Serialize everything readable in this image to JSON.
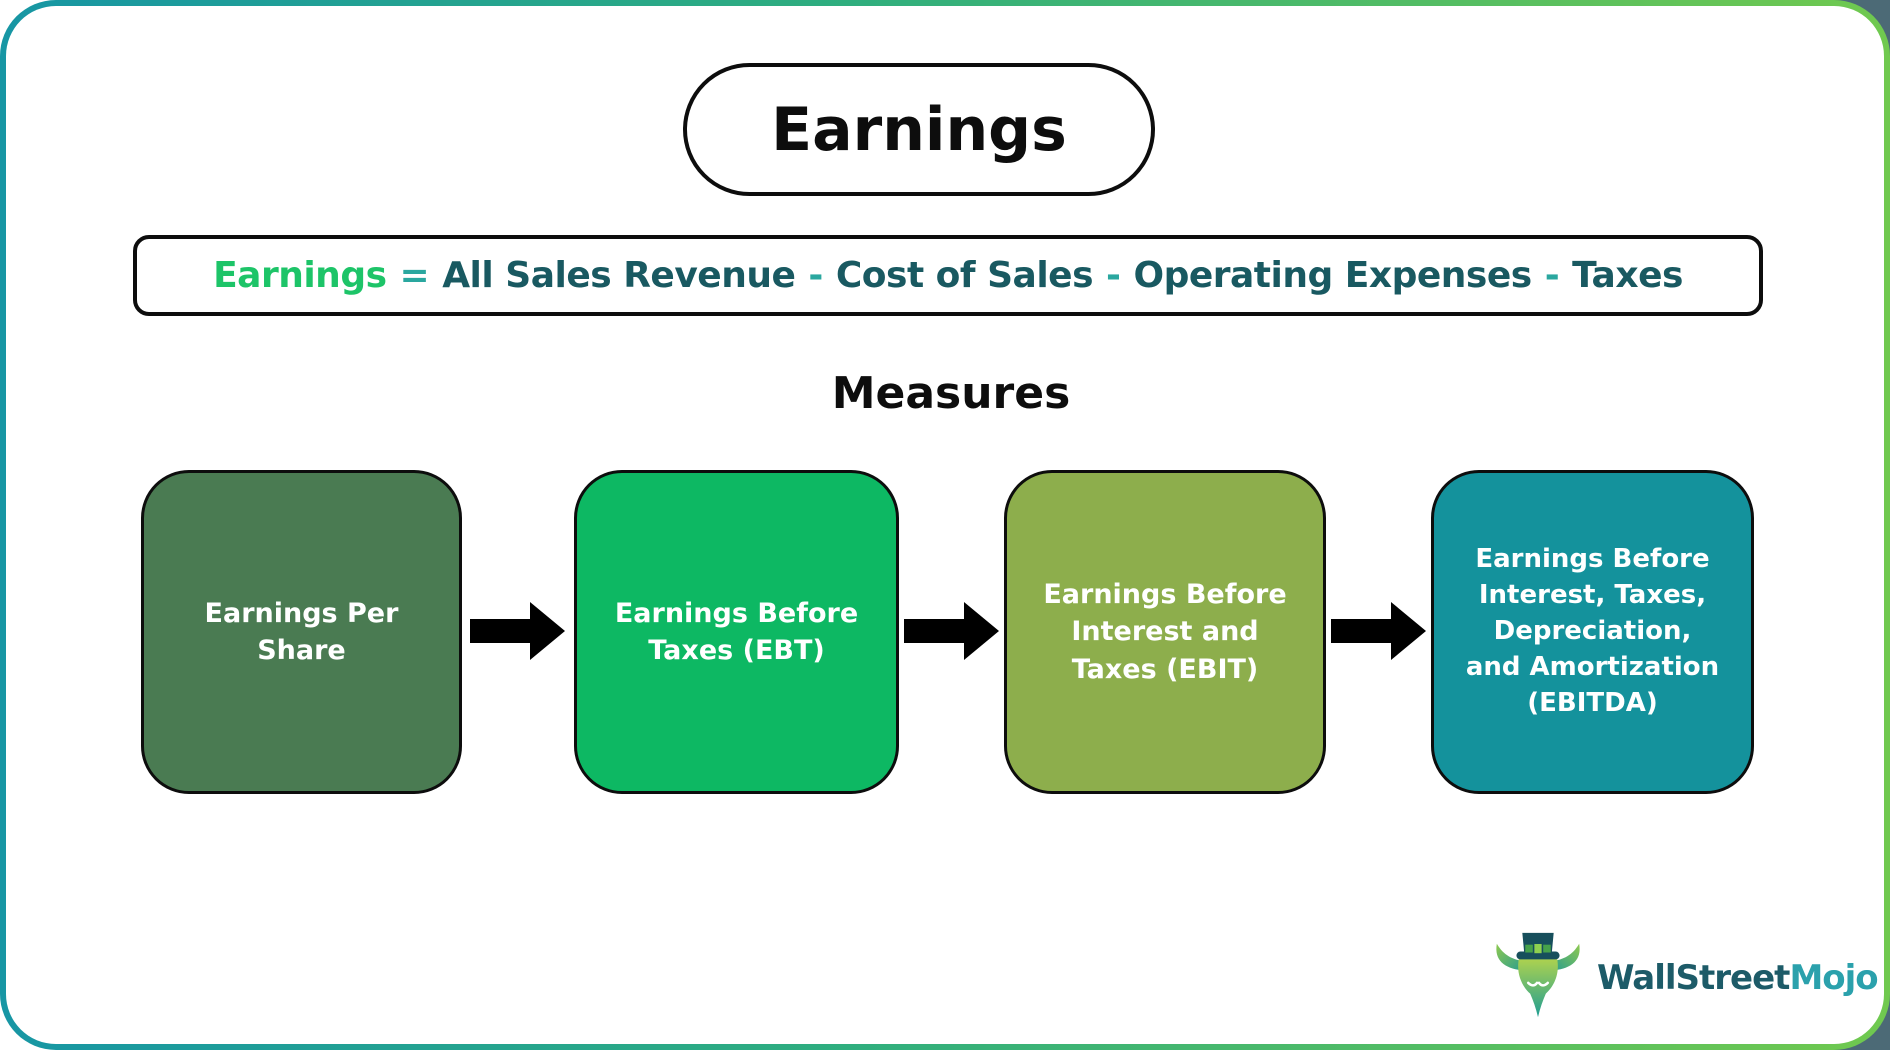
{
  "header": {
    "title": "Earnings"
  },
  "formula": {
    "lhs": "Earnings",
    "equals_sign": "=",
    "minus_sign": "-",
    "terms": [
      "All Sales Revenue",
      "Cost of Sales",
      "Operating Expenses",
      "Taxes"
    ]
  },
  "measures": {
    "heading": "Measures",
    "items": [
      {
        "label": "Earnings Per Share",
        "color": "#4a7b52"
      },
      {
        "label": "Earnings Before Taxes (EBT)",
        "color": "#0db863"
      },
      {
        "label": "Earnings Before Interest and Taxes (EBIT)",
        "color": "#8dae4c"
      },
      {
        "label": "Earnings Before Interest, Taxes, Depreciation, and Amortization (EBITDA)",
        "color": "#14929c"
      }
    ]
  },
  "branding": {
    "name_part1": "WallStreet",
    "name_part2": "Mojo",
    "mascot": "bull-with-top-hat-icon"
  },
  "colors": {
    "formula_lhs_green": "#1dc468",
    "formula_operator_teal": "#2aa79f",
    "formula_text_dark": "#195961",
    "frame_gradient_start": "#1796a4",
    "frame_gradient_end": "#70c94f",
    "arrow_black": "#000000",
    "brand_text_dark": "#1d5b68",
    "brand_text_light": "#2ba1ac",
    "corner_backdrop": "#4c6a76"
  }
}
